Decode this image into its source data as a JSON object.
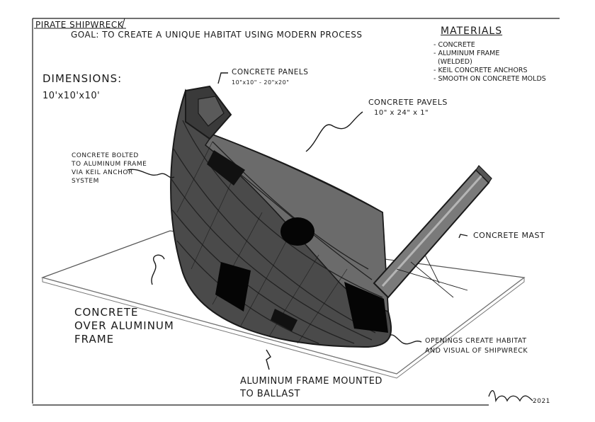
{
  "header": {
    "title": "PIRATE SHIPWRECK",
    "goal": "GOAL: TO CREATE A UNIQUE HABITAT USING MODERN PROCESS"
  },
  "dimensions": {
    "label": "DIMENSIONS:",
    "value": "10'x10'x10'"
  },
  "materials": {
    "heading": "MATERIALS",
    "items": [
      "- CONCRETE",
      "- ALUMINUM FRAME\n  (WELDED)",
      "- KEIL CONCRETE ANCHORS",
      "- SMOOTH ON CONCRETE MOLDS"
    ]
  },
  "callouts": {
    "concrete_panels_1": "CONCRETE PANELS",
    "concrete_panels_1_dims": "10\"x10\" - 20\"x20\"",
    "concrete_panels_2": "CONCRETE PAVELS",
    "concrete_panels_2_dims": "10\" x 24\" x 1\"",
    "bolted": "CONCRETE BOLTED\nTO ALUMINUM FRAME\nVIA KEIL ANCHOR\nSYSTEM",
    "mast": "CONCRETE MAST",
    "concrete_over_frame": "CONCRETE\nOVER ALUMINUM\nFRAME",
    "openings": "OPENINGS CREATE HABITAT\nAND VISUAL OF SHIPWRECK",
    "ballast": "ALUMINUM FRAME MOUNTED\nTO BALLAST"
  },
  "signature": {
    "year": "2021"
  },
  "colors": {
    "ink": "#1a1a1a",
    "hull": "#4a4a4a",
    "hull_dark": "#2e2e2e",
    "deck": "#6b6b6b",
    "mast": "#7a7a7a",
    "opening": "#050505",
    "paper": "#ffffff"
  }
}
